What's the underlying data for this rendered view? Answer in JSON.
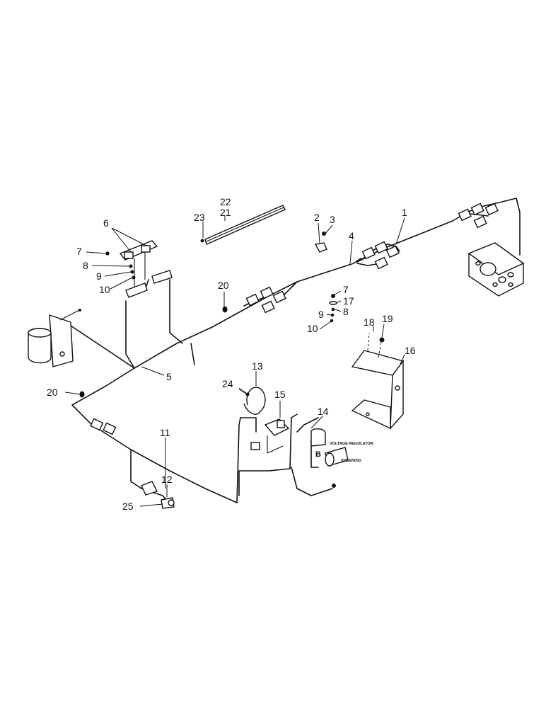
{
  "callouts": [
    {
      "id": "c22",
      "text": "22"
    },
    {
      "id": "c21",
      "text": "21"
    },
    {
      "id": "c23",
      "text": "23"
    },
    {
      "id": "c2",
      "text": "2"
    },
    {
      "id": "c3",
      "text": "3"
    },
    {
      "id": "c1",
      "text": "1"
    },
    {
      "id": "c4",
      "text": "4"
    },
    {
      "id": "c6",
      "text": "6"
    },
    {
      "id": "c7a",
      "text": "7"
    },
    {
      "id": "c8a",
      "text": "8"
    },
    {
      "id": "c9a",
      "text": "9"
    },
    {
      "id": "c10a",
      "text": "10"
    },
    {
      "id": "c20a",
      "text": "20"
    },
    {
      "id": "c7b",
      "text": "7"
    },
    {
      "id": "c17",
      "text": "17"
    },
    {
      "id": "c8b",
      "text": "8"
    },
    {
      "id": "c9b",
      "text": "9"
    },
    {
      "id": "c10b",
      "text": "10"
    },
    {
      "id": "c18",
      "text": "18"
    },
    {
      "id": "c19",
      "text": "19"
    },
    {
      "id": "c16",
      "text": "16"
    },
    {
      "id": "c5",
      "text": "5"
    },
    {
      "id": "c20b",
      "text": "20"
    },
    {
      "id": "c13",
      "text": "13"
    },
    {
      "id": "c24",
      "text": "24"
    },
    {
      "id": "c15",
      "text": "15"
    },
    {
      "id": "c14",
      "text": "14"
    },
    {
      "id": "c11",
      "text": "11"
    },
    {
      "id": "c12",
      "text": "12"
    },
    {
      "id": "c25",
      "text": "25"
    }
  ],
  "component_labels": {
    "voltage_regulator": "VOLTAGE REGULATOR",
    "solenoid": "SOLENOID",
    "terminal_b": "B"
  }
}
